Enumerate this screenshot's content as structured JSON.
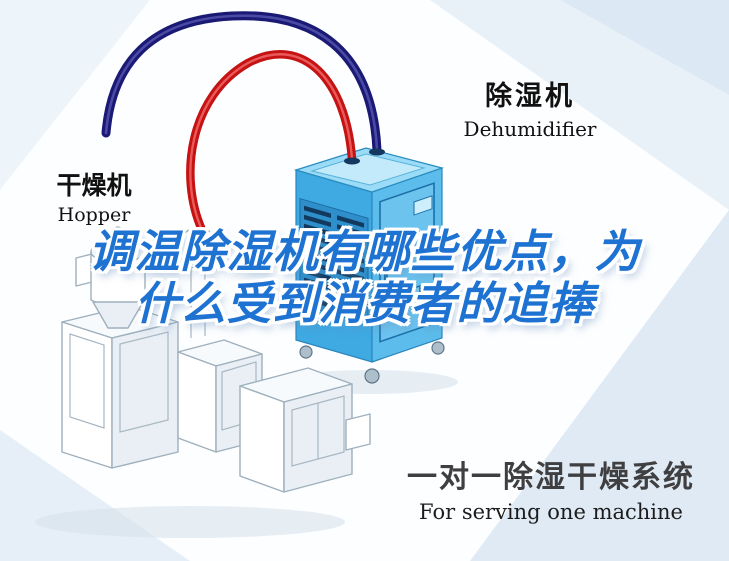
{
  "labels": {
    "hopper": {
      "cn": "干燥机",
      "en": "Hopper"
    },
    "dehumidifier": {
      "cn": "除湿机",
      "en": "Dehumidifier"
    }
  },
  "title": {
    "line1": "调温除湿机有哪些优点，为",
    "line2": "什么受到消费者的追捧"
  },
  "footer": {
    "cn": "一对一除湿干燥系统",
    "en": "For serving one machine"
  },
  "icons": {
    "dehumidifier_unit": "blue isometric dehumidifier cabinet with vent grille, door panel and hoses",
    "extruder_machine": "white line-art drying hopper on extruder machine",
    "red_hose": "red flexible hose from hopper to dehumidifier",
    "navy_hose": "dark blue flexible hose to dehumidifier"
  },
  "colors": {
    "pipe_red": "#c51212",
    "pipe_navy": "#1a1a75",
    "machine_blue": "#3fa9e2",
    "machine_blue_light": "#5cbdec",
    "machine_blue_top": "#9adcf7",
    "title_blue": "#1d72d2",
    "label_text": "#111111",
    "footer_text": "#3f3f41",
    "background_tint": "#e3eef7"
  }
}
